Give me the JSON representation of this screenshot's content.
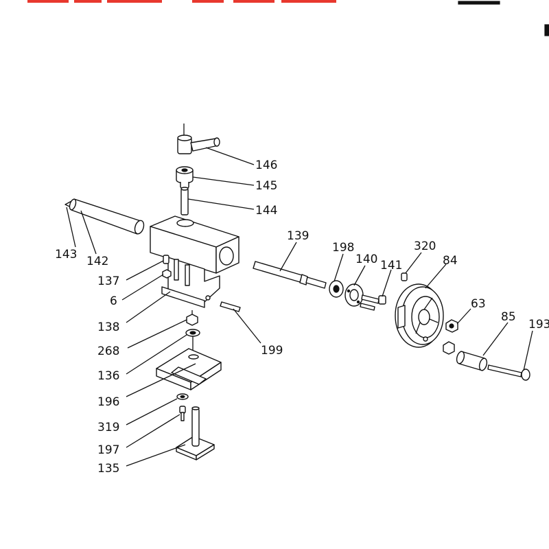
{
  "diagram": {
    "labels": [
      {
        "id": "146",
        "text": "146"
      },
      {
        "id": "145",
        "text": "145"
      },
      {
        "id": "144",
        "text": "144"
      },
      {
        "id": "143",
        "text": "143"
      },
      {
        "id": "142",
        "text": "142"
      },
      {
        "id": "139",
        "text": "139"
      },
      {
        "id": "198",
        "text": "198"
      },
      {
        "id": "140",
        "text": "140"
      },
      {
        "id": "141",
        "text": "141"
      },
      {
        "id": "320",
        "text": "320"
      },
      {
        "id": "84",
        "text": "84"
      },
      {
        "id": "137",
        "text": "137"
      },
      {
        "id": "6",
        "text": "6"
      },
      {
        "id": "138",
        "text": "138"
      },
      {
        "id": "199",
        "text": "199"
      },
      {
        "id": "63",
        "text": "63"
      },
      {
        "id": "85",
        "text": "85"
      },
      {
        "id": "193",
        "text": "193"
      },
      {
        "id": "268",
        "text": "268"
      },
      {
        "id": "136",
        "text": "136"
      },
      {
        "id": "196",
        "text": "196"
      },
      {
        "id": "319",
        "text": "319"
      },
      {
        "id": "197",
        "text": "197"
      },
      {
        "id": "135",
        "text": "135"
      }
    ],
    "colors": {
      "ink": "#111111",
      "background": "#ffffff",
      "header_fragment": "#e8382e"
    }
  }
}
